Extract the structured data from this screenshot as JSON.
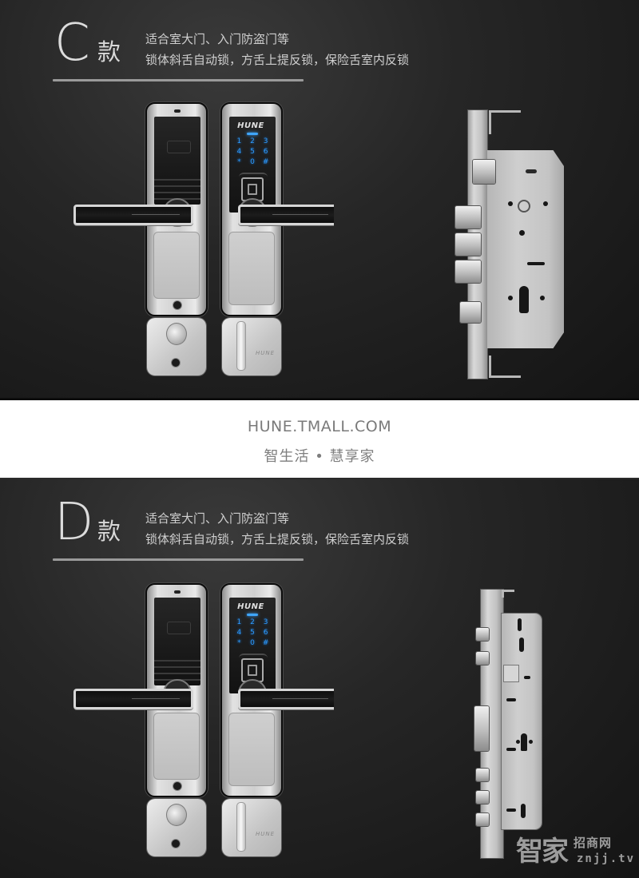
{
  "sections": [
    {
      "model_letter": "C",
      "model_suffix": "款",
      "desc_line1": "适合室大门、入门防盗门等",
      "desc_line2": "锁体斜舌自动锁，方舌上提反锁，保险舌室内反锁",
      "mortise_type": "standard-6068"
    },
    {
      "model_letter": "D",
      "model_suffix": "款",
      "desc_line1": "适合室大门、入门防盗门等",
      "desc_line2": "锁体斜舌自动锁，方舌上提反锁，保险舌室内反锁",
      "mortise_type": "long-multipoint"
    }
  ],
  "lock": {
    "brand": "HUNE",
    "keypad": [
      "1",
      "2",
      "3",
      "4",
      "5",
      "6",
      "*",
      "0",
      "#"
    ],
    "keypad_color": "#2e9bff",
    "square_plate_logo": "HUNE"
  },
  "divider_band": {
    "site": "HUNE.TMALL.COM",
    "slogan": "智生活 • 慧享家"
  },
  "watermark": {
    "big": "智家",
    "small": "招商网",
    "url": "znjj.tv"
  },
  "colors": {
    "background": "#1f1f1f",
    "band": "#ffffff",
    "text_light": "#d0d0d0",
    "text_band": "#7a7a7a",
    "accent_blue": "#3fa6ff"
  }
}
